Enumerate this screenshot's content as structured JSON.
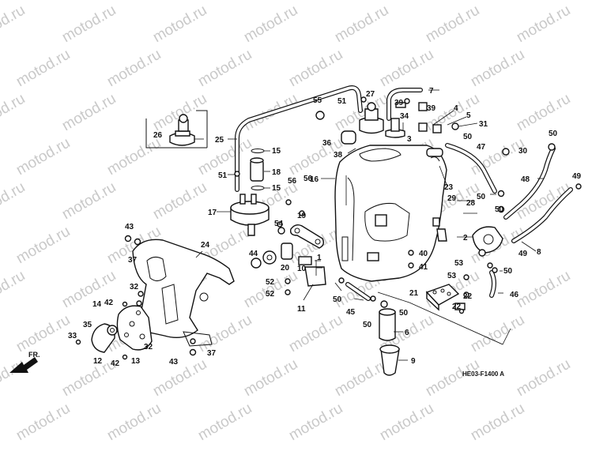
{
  "watermark": "motod.ru",
  "diagram_code": "HE03-F1400 A",
  "direction_label": "FR.",
  "labels": [
    "1",
    "2",
    "3",
    "4",
    "5",
    "6",
    "7",
    "8",
    "9",
    "10",
    "11",
    "12",
    "13",
    "14",
    "15",
    "16",
    "17",
    "18",
    "19",
    "20",
    "21",
    "22",
    "23",
    "24",
    "25",
    "26",
    "27",
    "28",
    "29",
    "30",
    "31",
    "32",
    "33",
    "34",
    "35",
    "36",
    "37",
    "38",
    "39",
    "40",
    "41",
    "42",
    "43",
    "44",
    "45",
    "46",
    "47",
    "48",
    "49",
    "50",
    "51",
    "52",
    "53",
    "54",
    "55",
    "56"
  ]
}
